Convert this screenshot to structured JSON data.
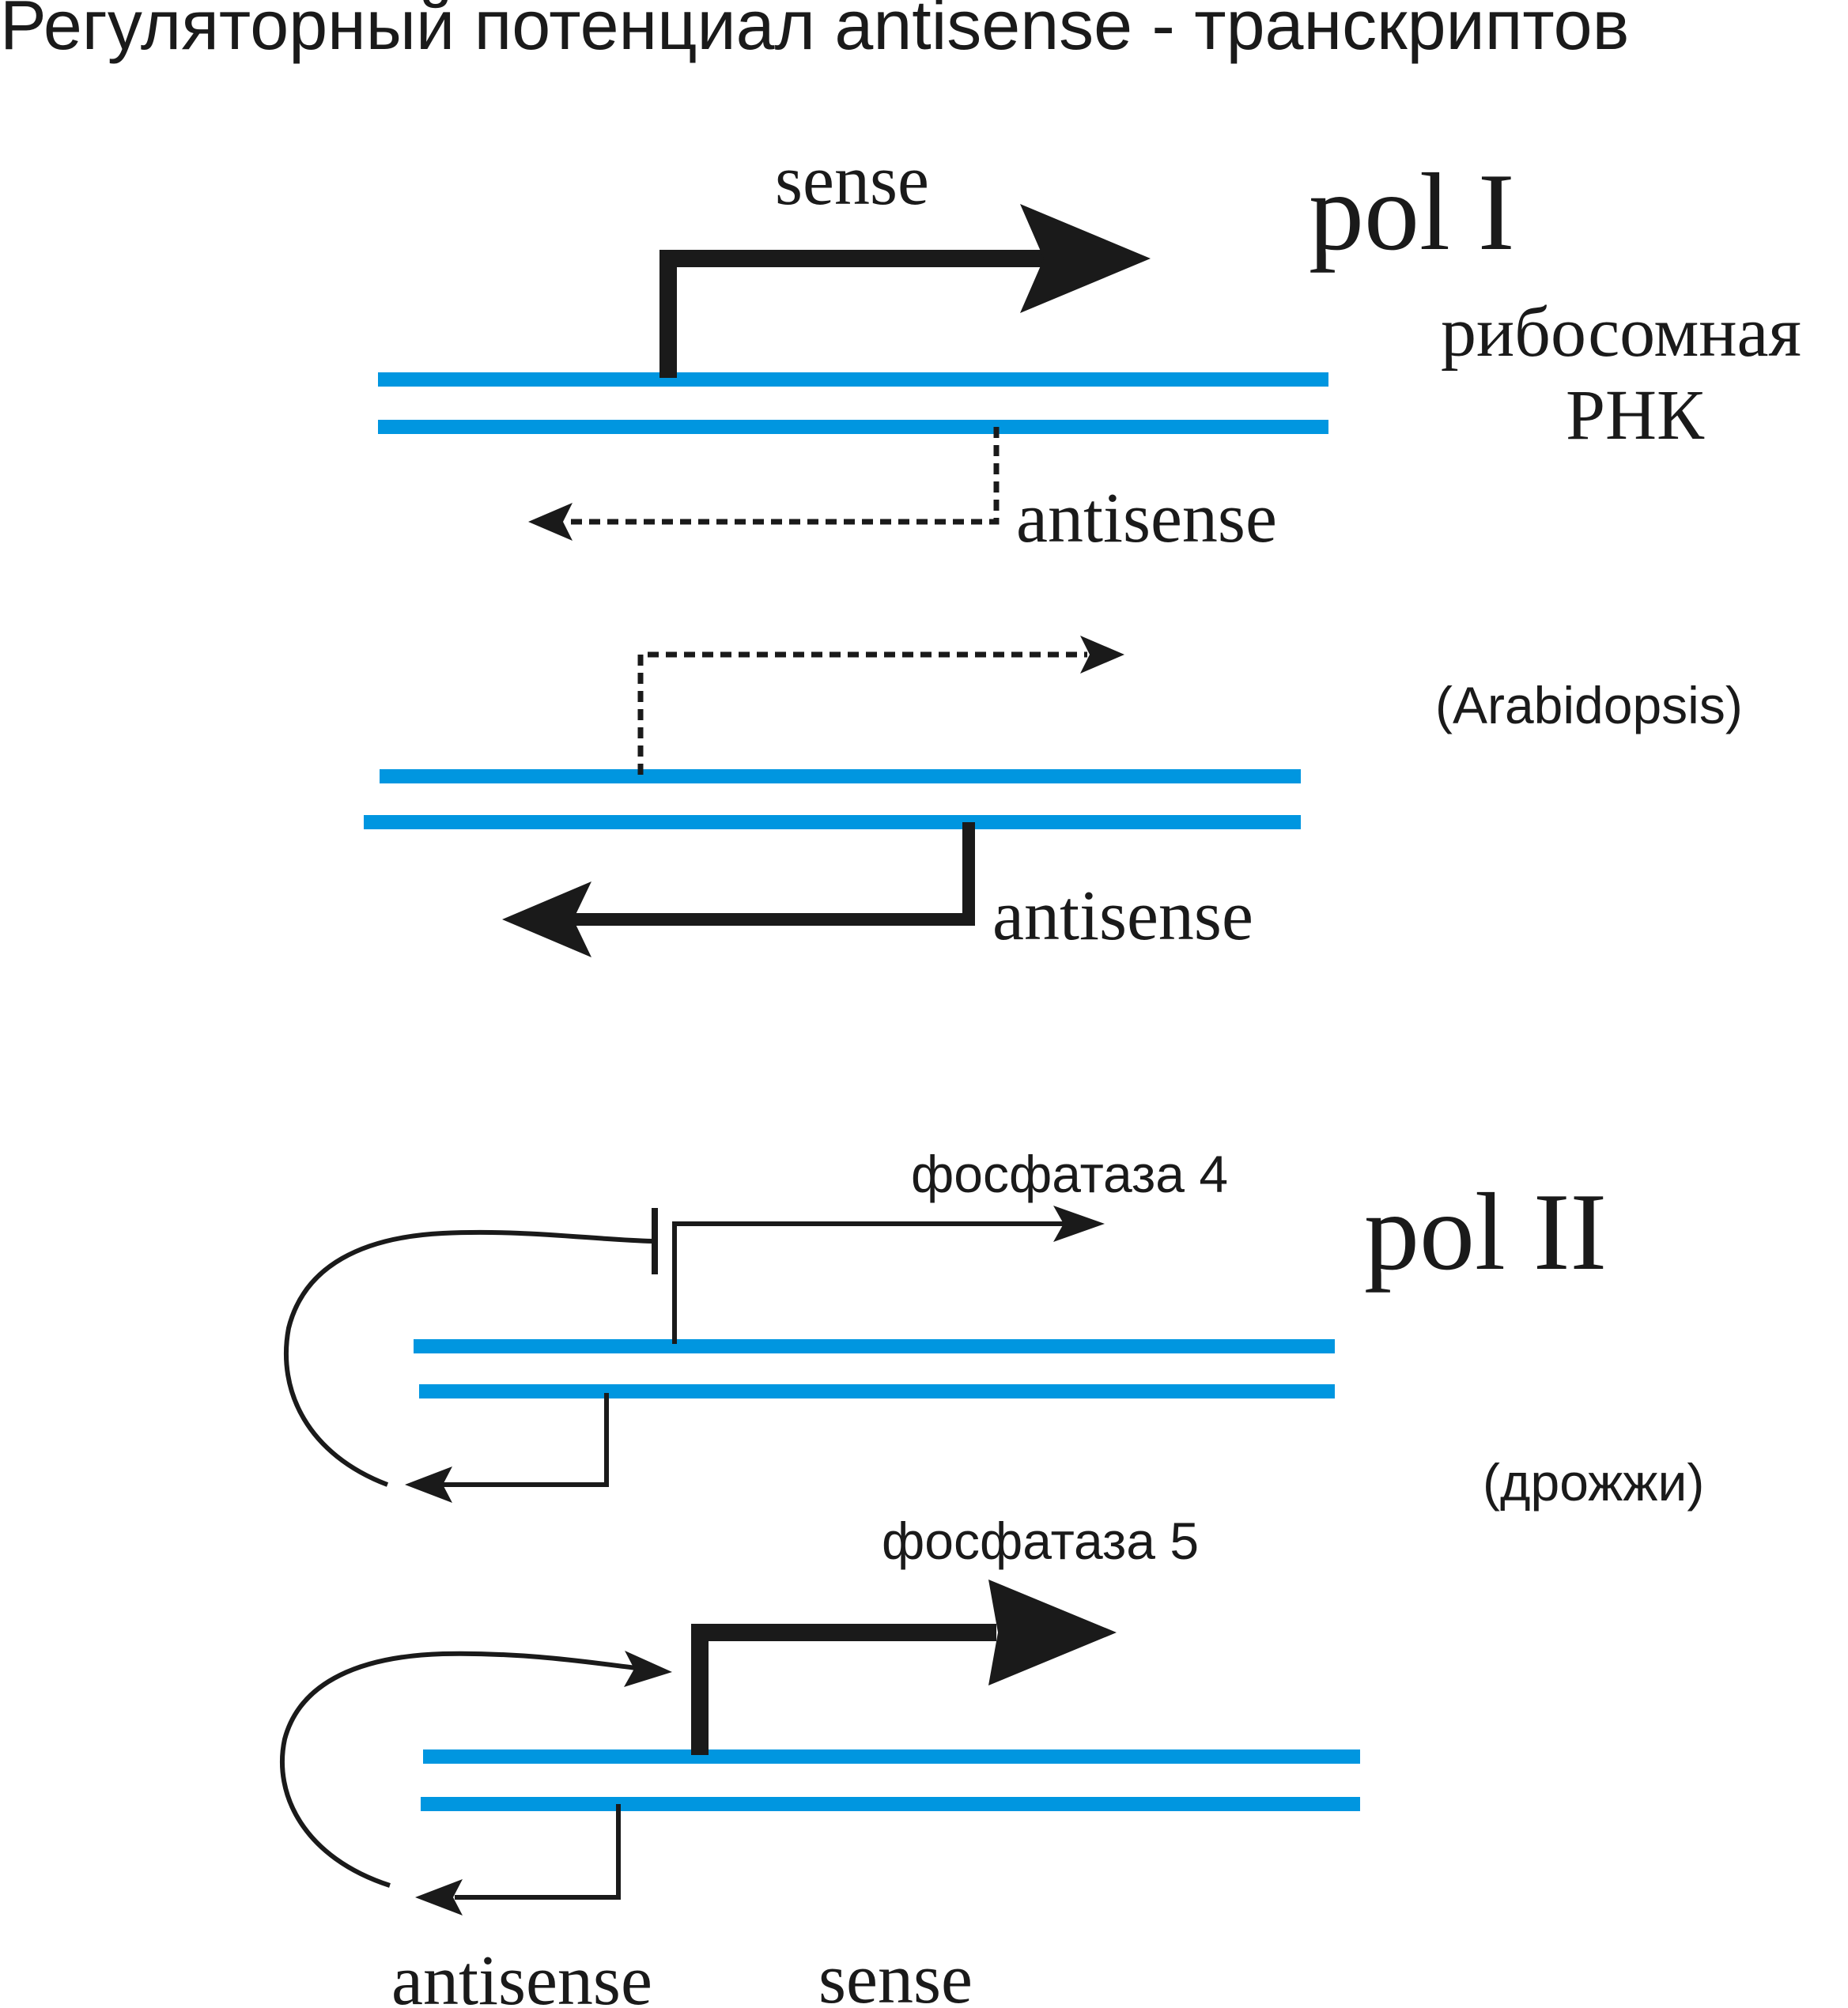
{
  "title": "Регуляторный потенциал antisense - транскриптов",
  "colors": {
    "dna_strand": "#0096e0",
    "arrow": "#1a1a1a",
    "background": "#ffffff"
  },
  "panel_pol1": {
    "polymerase": "pol I",
    "sense_label": "sense",
    "antisense_label_1": "antisense",
    "antisense_label_2": "antisense",
    "rna_label_line1": "рибосомная",
    "rna_label_line2": "РНК",
    "organism": "(Arabidopsis)"
  },
  "panel_pol2": {
    "polymerase": "pol II",
    "gene1_label": "фосфатаза 4",
    "gene2_label": "фосфатаза 5",
    "organism": "(дрожжи)",
    "bottom_antisense_label": "antisense",
    "bottom_sense_label": "sense"
  },
  "icons": {
    "solid-arrow": "thick transcription arrow",
    "dashed-arrow": "weak transcription arrow",
    "inhibition": "T-bar repression",
    "curved-arrow": "regulatory feedback loop"
  }
}
